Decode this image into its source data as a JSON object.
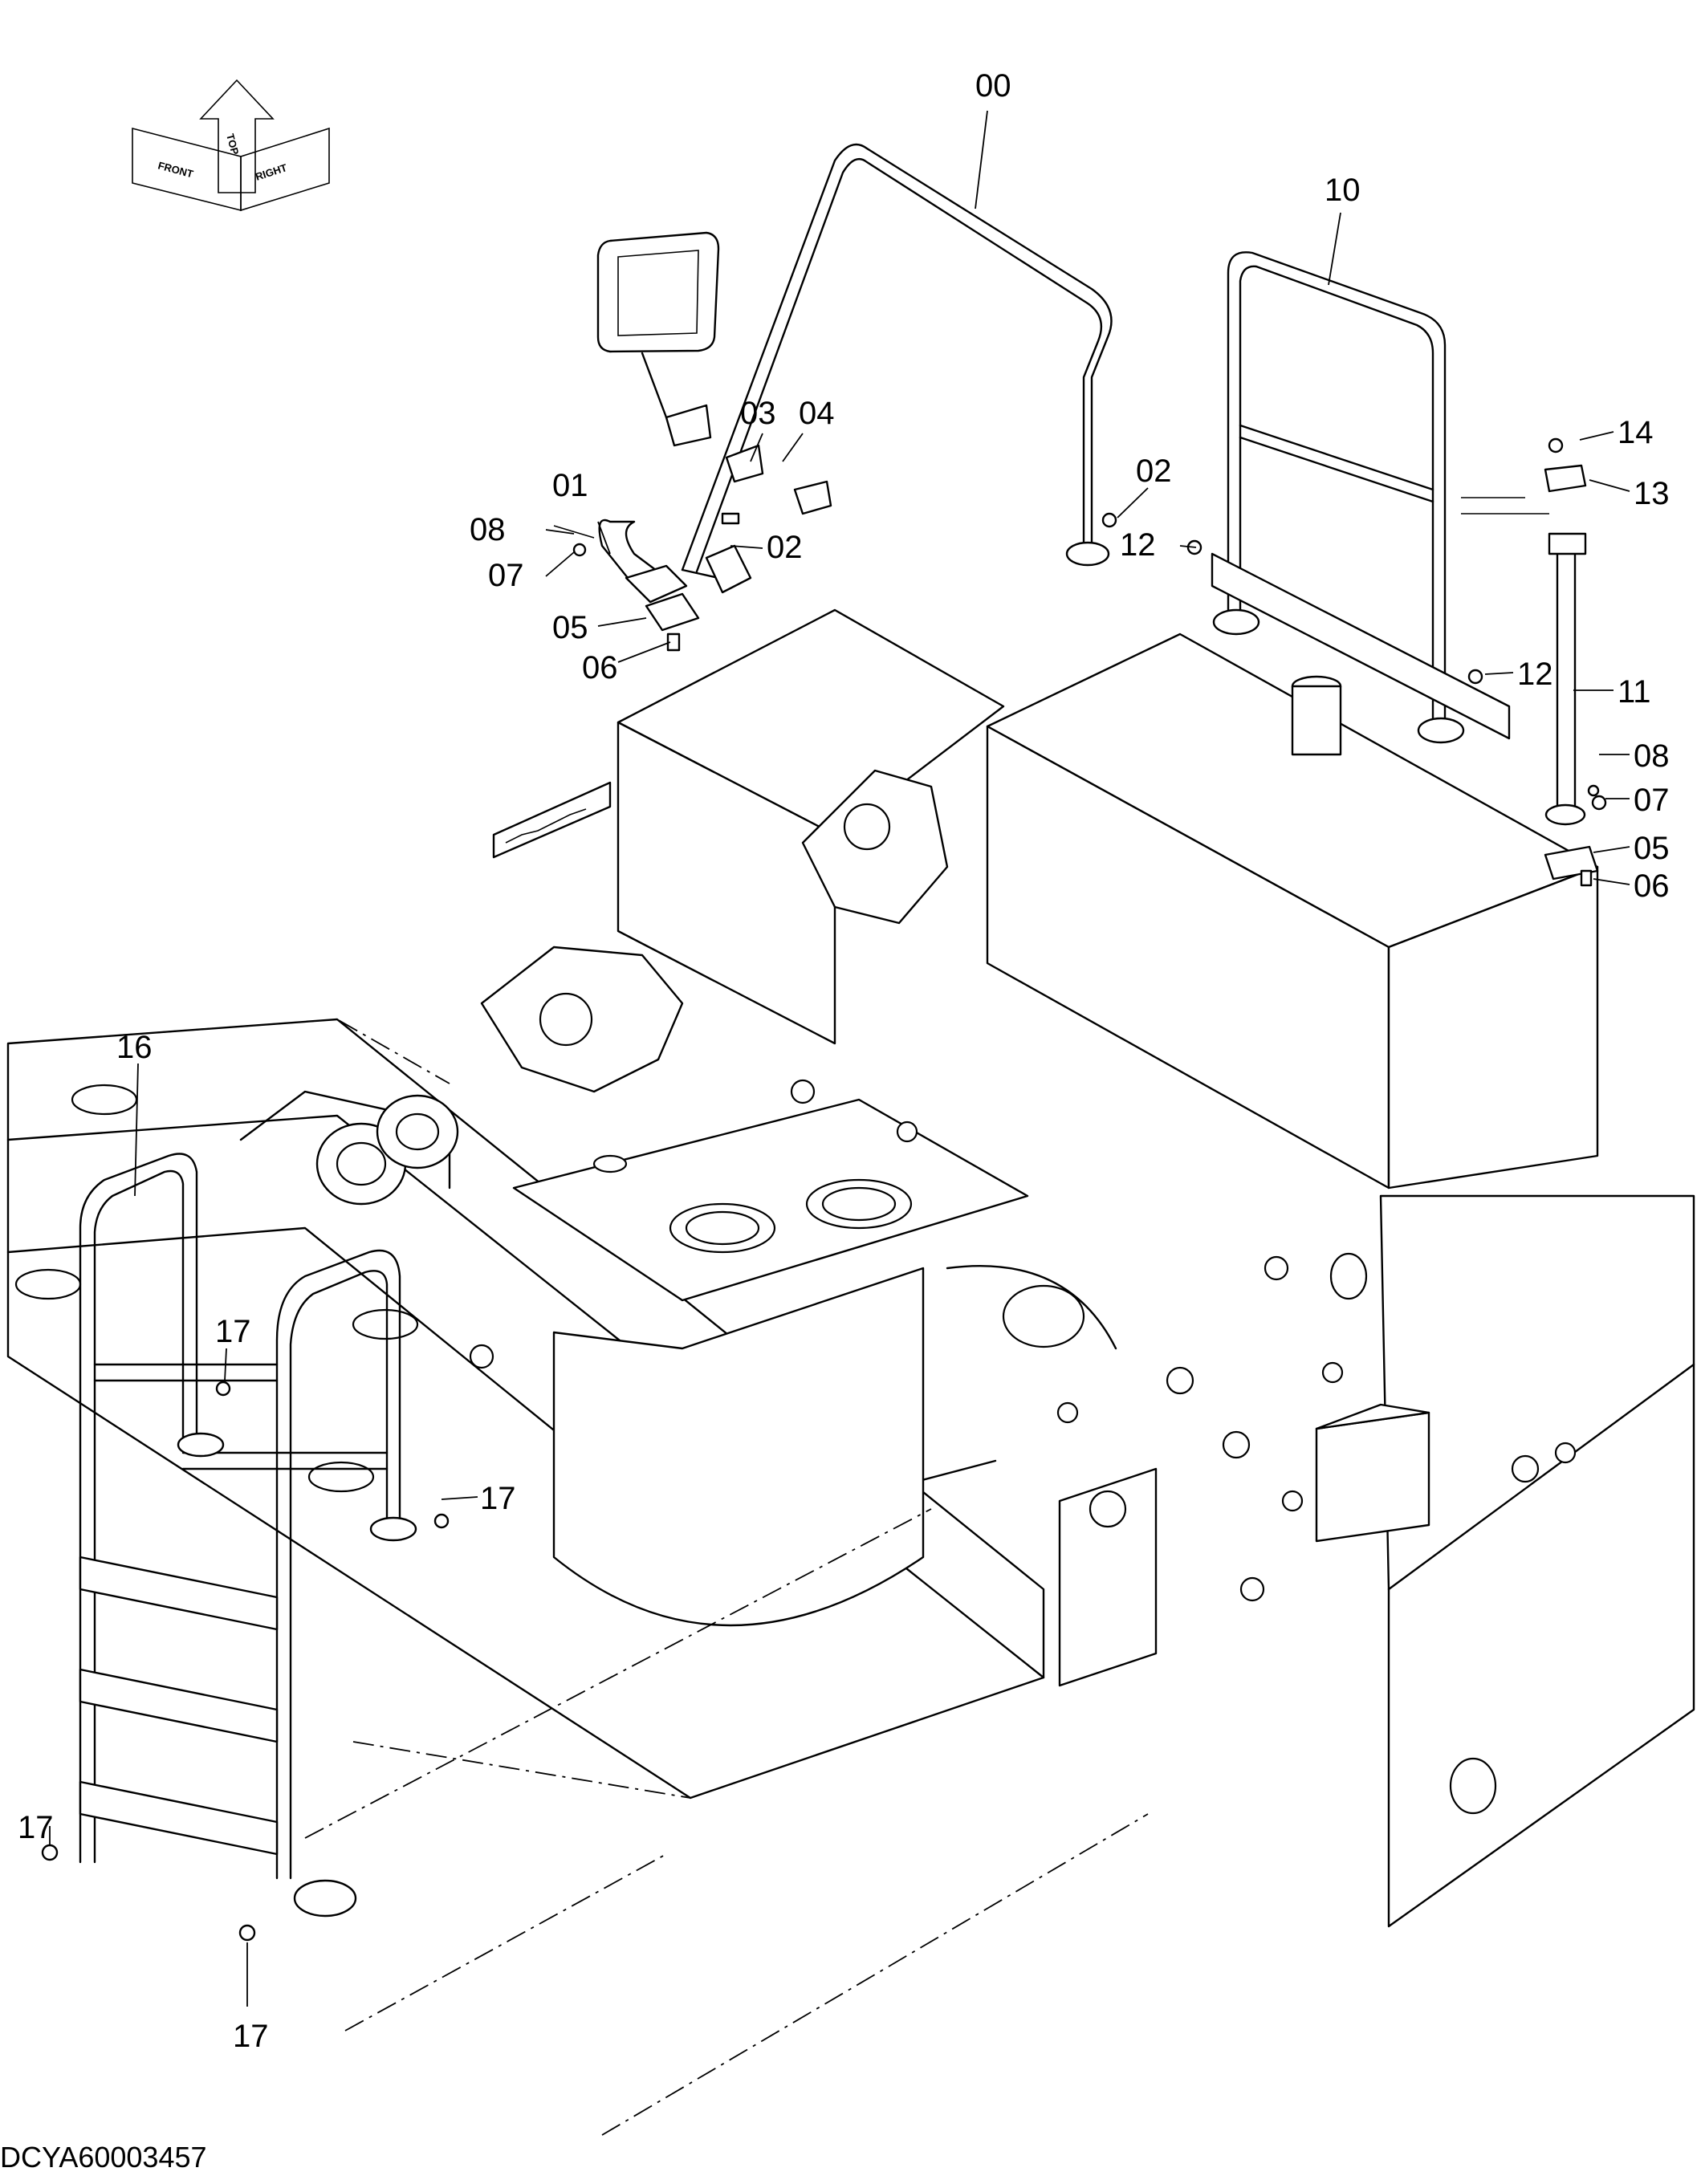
{
  "drawing_code": "DCYA60003457",
  "orientation": {
    "top": "TOP",
    "front": "FRONT",
    "right": "RIGHT"
  },
  "callouts": {
    "c00": "00",
    "c10": "10",
    "c14": "14",
    "c03": "03",
    "c04": "04",
    "c13": "13",
    "c01": "01",
    "c02a": "02",
    "c02b": "02",
    "c08a": "08",
    "c12a": "12",
    "c07a": "07",
    "c05a": "05",
    "c06a": "06",
    "c12b": "12",
    "c11": "11",
    "c08b": "08",
    "c07b": "07",
    "c05b": "05",
    "c06b": "06",
    "c16": "16",
    "c17a": "17",
    "c17b": "17",
    "c17c": "17",
    "c17d": "17"
  }
}
